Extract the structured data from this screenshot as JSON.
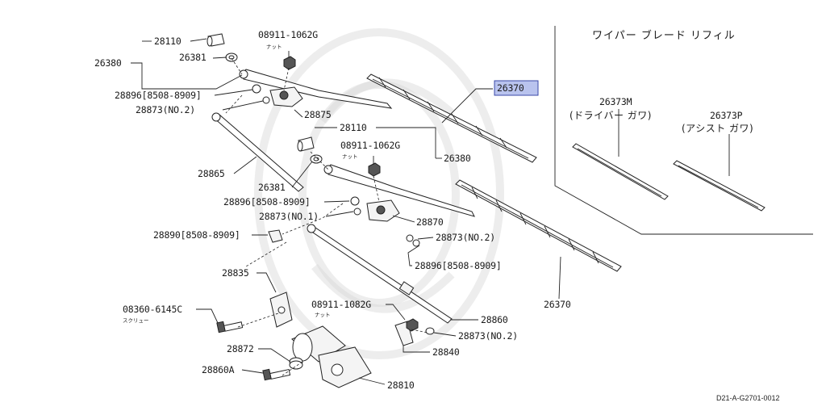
{
  "header": {
    "refill_title": "ワイパー ブレード リフィル"
  },
  "refills": {
    "driver_number": "26373M",
    "driver_desc": "(ドライバー ガワ)",
    "assist_number": "26373P",
    "assist_desc": "(アシスト ガワ)"
  },
  "parts": {
    "p28110_top": "28110",
    "p08911_top": "08911-1062G",
    "nut_top": "ナット",
    "p26380_left": "26380",
    "p26381_top": "26381",
    "p28896_top": "28896[8508-8909]",
    "p28873_top": "28873(NO.2)",
    "p28875": "28875",
    "p26370_highlight": "26370",
    "p28110_mid": "28110",
    "p08911_mid": "08911-1062G",
    "nut_mid": "ナット",
    "p26380_right": "26380",
    "p28865": "28865",
    "p26381_mid": "26381",
    "p28896_mid": "28896[8508-8909]",
    "p28873_no1": "28873(NO.1)",
    "p28870": "28870",
    "p28890": "28890[8508-8909]",
    "p28873_mid": "28873(NO.2)",
    "p28896_low": "28896[8508-8909]",
    "p26370_low": "26370",
    "p28835": "28835",
    "p08360": "08360-6145C",
    "screw": "スクリュー",
    "p08911_low": "08911-1082G",
    "nut_low": "ナット",
    "p28860": "28860",
    "p28873_low": "28873(NO.2)",
    "p28872": "28872",
    "p28840": "28840",
    "p28860A": "28860A",
    "p28810": "28810"
  },
  "footer": {
    "diagram_code": "D21-A-G2701-0012"
  },
  "colors": {
    "highlight_fill": "#b9c3ee",
    "highlight_stroke": "#3a48a8",
    "ink": "#222222"
  }
}
